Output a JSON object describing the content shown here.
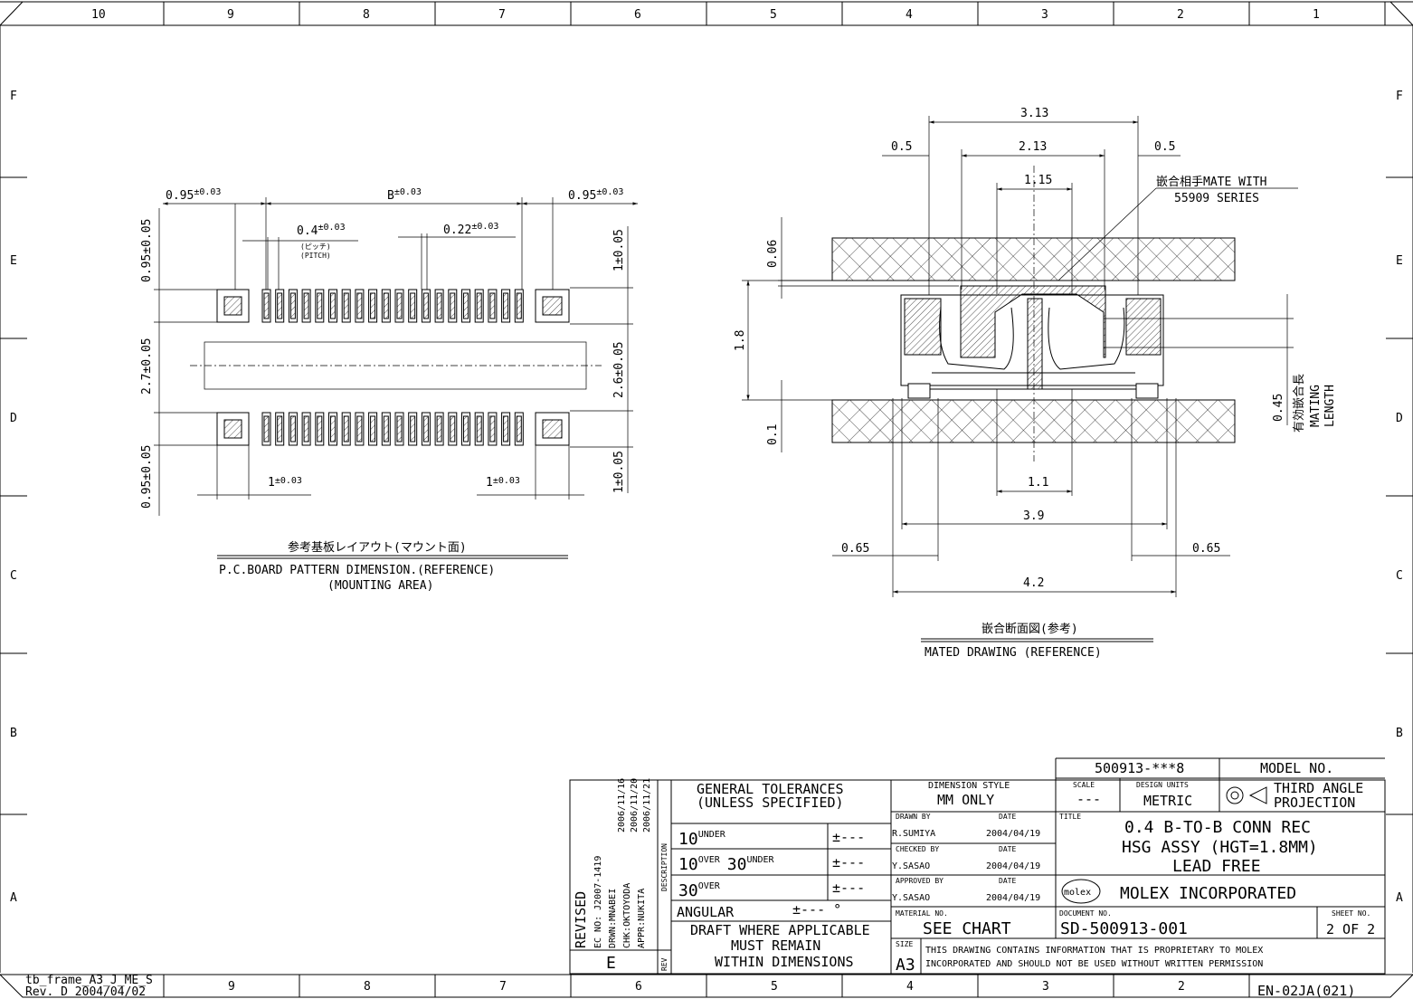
{
  "frame": {
    "top_columns": [
      "10",
      "9",
      "8",
      "7",
      "6",
      "5",
      "4",
      "3",
      "2",
      "1"
    ],
    "bottom_columns": [
      "9",
      "8",
      "7",
      "6",
      "5",
      "4",
      "3",
      "2"
    ],
    "rows": [
      "F",
      "E",
      "D",
      "C",
      "B",
      "A"
    ],
    "frame_code": "tb_frame_A3_J_ME_S",
    "frame_rev": "Rev. D 2004/04/02",
    "form_no": "EN-02JA(021)"
  },
  "left_view": {
    "dim_side_pad_left": "0.95",
    "dim_side_pad_right": "0.95",
    "tol_003": "±0.03",
    "dim_b": "B",
    "dim_pitch": "0.4",
    "pitch_ja": "(ピッチ)",
    "pitch_en": "(PITCH)",
    "dim_slot": "0.22",
    "dim_left_top": "0.95±0.05",
    "dim_left_mid": "2.7±0.05",
    "dim_left_bot": "0.95±0.05",
    "dim_right_top": "1±0.05",
    "dim_right_mid": "2.6±0.05",
    "dim_right_bot": "1±0.05",
    "dim_bot_left": "1",
    "dim_bot_right": "1",
    "caption_ja": "参考基板レイアウト(マウント面)",
    "caption_en1": "P.C.BOARD PATTERN DIMENSION.(REFERENCE)",
    "caption_en2": "(MOUNTING AREA)"
  },
  "right_view": {
    "dim_313": "3.13",
    "dim_213": "2.13",
    "dim_05_l": "0.5",
    "dim_05_r": "0.5",
    "dim_115": "1.15",
    "mate_ja": "嵌合相手MATE WITH",
    "mate_series": "55909 SERIES",
    "dim_006": "0.06",
    "dim_18": "1.8",
    "dim_01": "0.1",
    "dim_045": "0.45",
    "mating_ja": "有効嵌合長",
    "mating_en1": "MATING",
    "mating_en2": "LENGTH",
    "dim_11": "1.1",
    "dim_39": "3.9",
    "dim_065_l": "0.65",
    "dim_065_r": "0.65",
    "dim_42": "4.2",
    "caption_ja": "嵌合断面図(参考)",
    "caption_en": "MATED DRAWING (REFERENCE)"
  },
  "title_block": {
    "revised": "REVISED",
    "ec_no": "EC NO: J2007-1419",
    "drwn": "DRWN:MNABEI",
    "chk": "CHK:OKTOYODA",
    "appr": "APPR:NUKITA",
    "date1": "2006/11/16",
    "date2": "2006/11/20",
    "date3": "2006/11/21",
    "rev_letter": "E",
    "description_label": "DESCRIPTION",
    "rev_label": "REV",
    "gen_tol_1": "GENERAL TOLERANCES",
    "gen_tol_2": "(UNLESS SPECIFIED)",
    "tol_row1_a": "10",
    "tol_row1_b": "UNDER",
    "tol_row2_a": "10",
    "tol_row2_b": "OVER",
    "tol_row2_c": "30",
    "tol_row2_d": "UNDER",
    "tol_row3_a": "30",
    "tol_row3_b": "OVER",
    "tol_pm": "±---",
    "angular": "ANGULAR",
    "angular_val": "±--- °",
    "draft_1": "DRAFT WHERE APPLICABLE",
    "draft_2": "MUST REMAIN",
    "draft_3": "WITHIN DIMENSIONS",
    "dim_style_label": "DIMENSION STYLE",
    "dim_style": "MM ONLY",
    "drawn_by_label": "DRAWN BY",
    "checked_by_label": "CHECKED BY",
    "approved_by_label": "APPROVED BY",
    "date_label": "DATE",
    "drawn_by": "R.SUMIYA",
    "checked_by": "Y.SASAO",
    "approved_by": "Y.SASAO",
    "drawn_date": "2004/04/19",
    "checked_date": "2004/04/19",
    "approved_date": "2004/04/19",
    "material_label": "MATERIAL NO.",
    "material": "SEE CHART",
    "size_label": "SIZE",
    "size": "A3",
    "part_no": "500913-***8",
    "model_label": "MODEL NO.",
    "scale_label": "SCALE",
    "scale": "---",
    "units_label": "DESIGN UNITS",
    "units": "METRIC",
    "projection_1": "THIRD ANGLE",
    "projection_2": "PROJECTION",
    "title_label": "TITLE",
    "title_1": "0.4 B-TO-B CONN REC",
    "title_2": "HSG ASSY (HGT=1.8MM)",
    "title_3": "LEAD FREE",
    "logo": "molex",
    "company": "MOLEX INCORPORATED",
    "doc_label": "DOCUMENT NO.",
    "doc_no": "SD-500913-001",
    "sheet_label": "SHEET NO.",
    "sheet": "2 OF 2",
    "proprietary_1": "THIS DRAWING CONTAINS INFORMATION THAT IS PROPRIETARY TO MOLEX",
    "proprietary_2": "INCORPORATED AND SHOULD NOT BE USED WITHOUT WRITTEN PERMISSION"
  }
}
